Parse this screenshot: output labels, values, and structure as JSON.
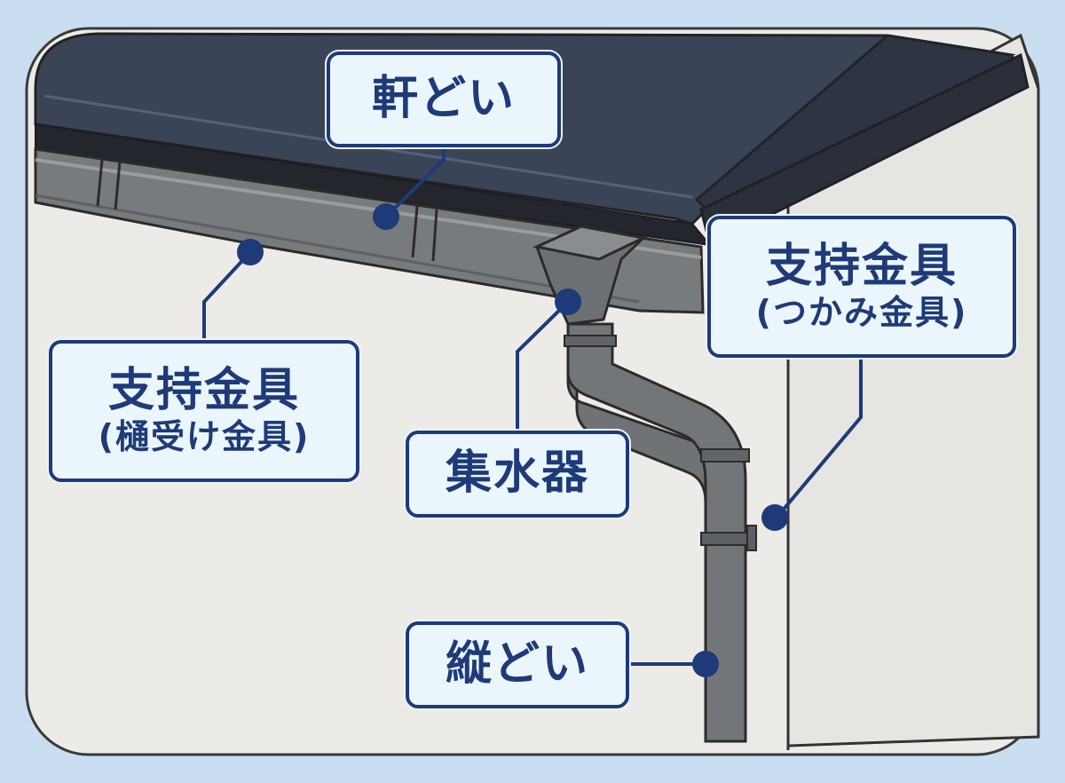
{
  "colors": {
    "frame_bg": "#c9def0",
    "roof": "#3b4456",
    "wall": "#ecebe8",
    "pipe": "#707376",
    "callout_border": "#1e3a78",
    "callout_fill": "#eaf6fb",
    "marker": "#1e3a78"
  },
  "labels": {
    "eaves_gutter": "軒どい",
    "left_bracket": {
      "main": "支持金具",
      "sub": "(樋受け金具)"
    },
    "collector": "集水器",
    "right_bracket": {
      "main": "支持金具",
      "sub": "(つかみ金具)"
    },
    "downspout": "縦どい"
  }
}
